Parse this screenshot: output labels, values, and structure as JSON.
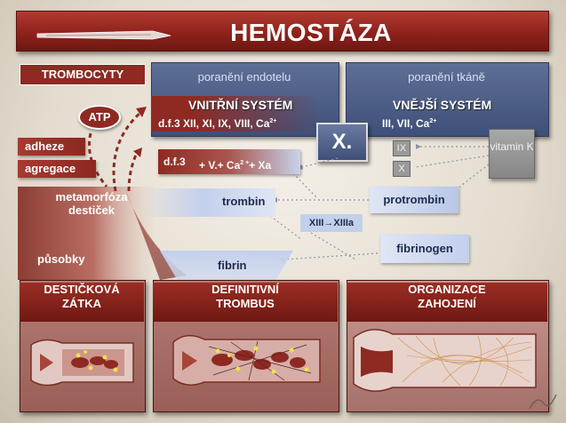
{
  "title": "HEMOSTÁZA",
  "left": {
    "trombocyty": "TROMBOCYTY",
    "atp": "ATP",
    "adheze": "adheze",
    "agregace": "agregace",
    "metamorfoza": "metamorfóza",
    "desticek": "destiček",
    "pusobky": "působky"
  },
  "intrinsic": {
    "header": "poranění  endotelu",
    "system": "VNITŘNÍ  SYSTÉM",
    "factors": "d.f.3  XII, XI, IX, VIII, Ca",
    "sup": "2+"
  },
  "extrinsic": {
    "header": "poranění  tkáně",
    "system": "VNĚJŠÍ  SYSTÉM",
    "factors": "III, VII,  Ca",
    "sup": "2+"
  },
  "factor_x": "X.",
  "ix": "IX",
  "x_small": "X",
  "vitamin_k": "vitamin K",
  "cascade": {
    "df3": "d.f.3",
    "complex": "+ V.+ Ca",
    "complex_sup": "2 +",
    "complex_tail": "+ Xa",
    "trombin": "trombin",
    "protrombin": "protrombin",
    "xiii": "XIII→XIIIa",
    "fibrinogen": "fibrinogen",
    "fibrin": "fibrin"
  },
  "bottom": [
    {
      "title_line1": "DESTIČKOVÁ",
      "title_line2": "ZÁTKA"
    },
    {
      "title_line1": "DEFINITIVNÍ",
      "title_line2": "TROMBUS"
    },
    {
      "title_line1": "ORGANIZACE",
      "title_line2": "ZAHOJENÍ"
    }
  ],
  "colors": {
    "dark_red": "#8e221b",
    "blue": "#3e4f79",
    "light_blue": "#c3d0ec",
    "grey": "#9a9a9a"
  }
}
